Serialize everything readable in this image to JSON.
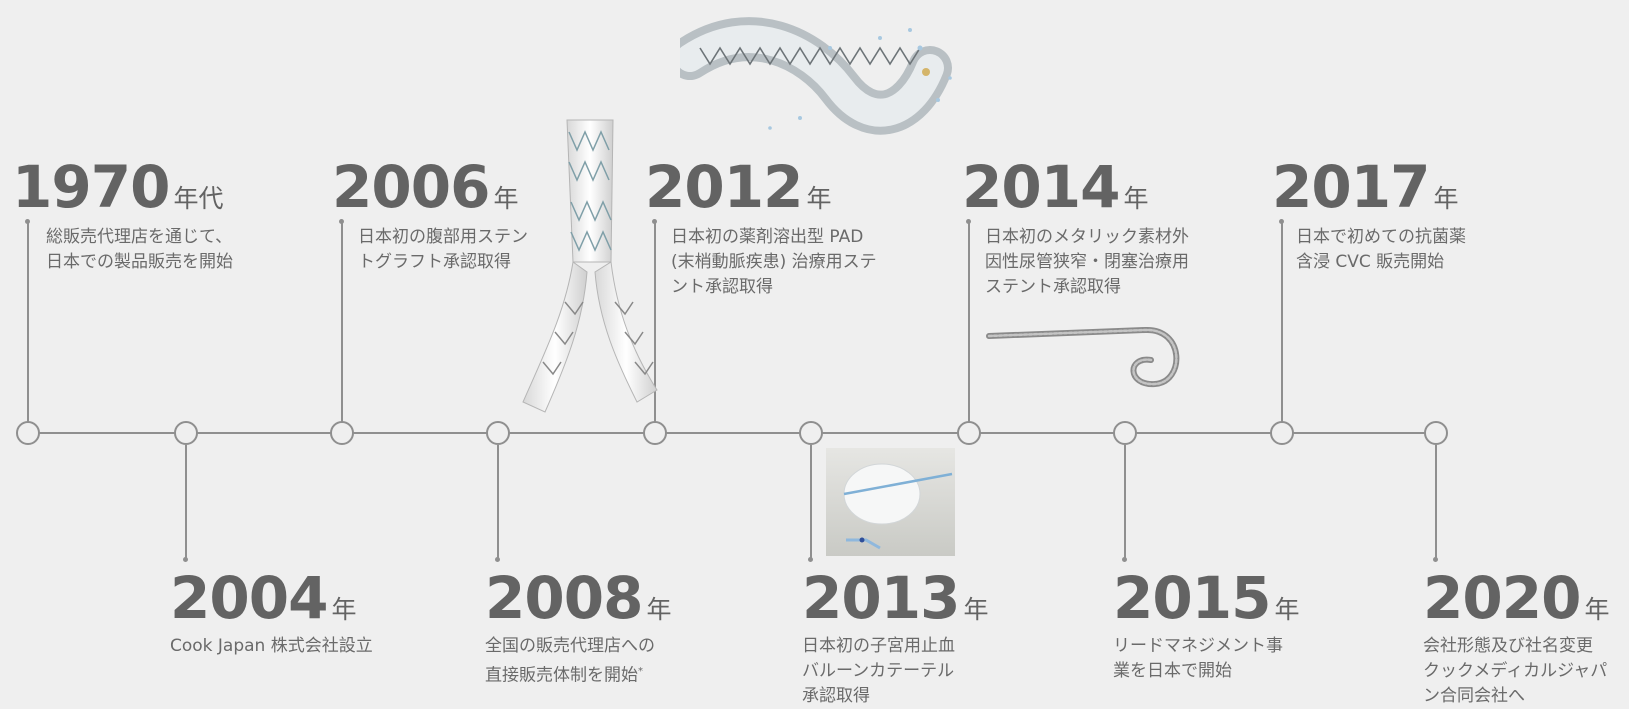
{
  "milestones": [
    {
      "year": "1970",
      "suffix": "年代",
      "text": "総販売代理店を通じて、\n日本での製品販売を開始",
      "position": "top"
    },
    {
      "year": "2004",
      "suffix": "年",
      "text": "Cook Japan 株式会社設立",
      "position": "bottom"
    },
    {
      "year": "2006",
      "suffix": "年",
      "text": "日本初の腹部用ステン\nトグラフト承認取得",
      "position": "top"
    },
    {
      "year": "2008",
      "suffix": "年",
      "text": "全国の販売代理店への\n直接販売体制を開始",
      "note": "*",
      "position": "bottom"
    },
    {
      "year": "2012",
      "suffix": "年",
      "text": "日本初の薬剤溶出型 PAD\n(末梢動脈疾患) 治療用ステ\nント承認取得",
      "position": "top"
    },
    {
      "year": "2013",
      "suffix": "年",
      "text": "日本初の子宮用止血\nバルーンカテーテル\n承認取得",
      "position": "bottom"
    },
    {
      "year": "2014",
      "suffix": "年",
      "text": "日本初のメタリック素材外\n因性尿管狭窄・閉塞治療用\nステント承認取得",
      "position": "top"
    },
    {
      "year": "2015",
      "suffix": "年",
      "text": "リードマネジメント事\n業を日本で開始",
      "position": "bottom"
    },
    {
      "year": "2017",
      "suffix": "年",
      "text": "日本で初めての抗菌薬\n含浸 CVC 販売開始",
      "position": "top"
    },
    {
      "year": "2020",
      "suffix": "年",
      "text": "会社形態及び社名変更\nクックメディカルジャパ\nン合同会社へ",
      "position": "bottom"
    }
  ],
  "colors": {
    "background": "#efefef",
    "line": "#8f8f8f",
    "year": "#636363",
    "text": "#6a6a6a"
  },
  "images": [
    "stent-graft-image",
    "drug-eluting-stent-image",
    "balloon-catheter-image",
    "ureteral-stent-image"
  ]
}
